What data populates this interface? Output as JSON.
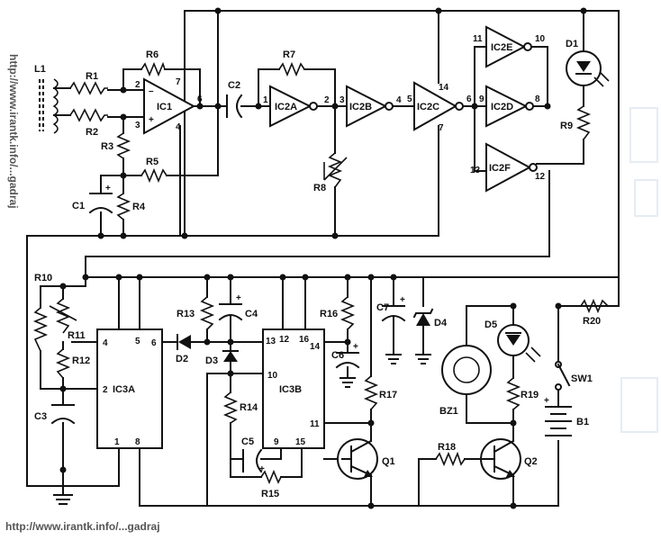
{
  "watermark": {
    "left": "http://www.irantk.info/...gadraj",
    "bottom": "http://www.irantk.info/...gadraj"
  },
  "labels": {
    "L1": "L1",
    "R1": "R1",
    "R2": "R2",
    "R3": "R3",
    "R4": "R4",
    "R5": "R5",
    "R6": "R6",
    "C1": "C1",
    "IC1": "IC1",
    "C2": "C2",
    "R7": "R7",
    "IC2A": "IC2A",
    "IC2B": "IC2B",
    "IC2C": "IC2C",
    "R8": "R8",
    "IC2E": "IC2E",
    "IC2D": "IC2D",
    "IC2F": "IC2F",
    "D1": "D1",
    "R9": "R9",
    "R10": "R10",
    "R11": "R11",
    "R12": "R12",
    "C3": "C3",
    "IC3A": "IC3A",
    "D2": "D2",
    "R13": "R13",
    "C4": "C4",
    "D3": "D3",
    "R14": "R14",
    "C5": "C5",
    "R15": "R15",
    "IC3B": "IC3B",
    "R16": "R16",
    "C6": "C6",
    "R17": "R17",
    "Q1": "Q1",
    "C7": "C7",
    "D4": "D4",
    "D5": "D5",
    "BZ1": "BZ1",
    "R19": "R19",
    "R18": "R18",
    "Q2": "Q2",
    "SW1": "SW1",
    "B1": "B1",
    "R20": "R20"
  },
  "pins": {
    "ic1_2": "2",
    "ic1_3": "3",
    "ic1_7": "7",
    "ic1_6": "6",
    "ic1_4": "4",
    "ic2a_1": "1",
    "ic2a_2": "2",
    "ic2b_3": "3",
    "ic2b_4": "4",
    "ic2c_5": "5",
    "ic2c_14": "14",
    "ic2c_7": "7",
    "ic2c_6": "6",
    "ic2e_11": "11",
    "ic2e_10": "10",
    "ic2d_9": "9",
    "ic2d_8": "8",
    "ic2f_13": "13",
    "ic2f_12": "12",
    "ic3a_4": "4",
    "ic3a_5": "5",
    "ic3a_6": "6",
    "ic3a_2": "2",
    "ic3a_1": "1",
    "ic3a_8": "8",
    "ic3b_13": "13",
    "ic3b_12": "12",
    "ic3b_16": "16",
    "ic3b_14": "14",
    "ic3b_10": "10",
    "ic3b_11": "11",
    "ic3b_9": "9",
    "ic3b_15": "15"
  },
  "polarity": {
    "plus": "+"
  }
}
